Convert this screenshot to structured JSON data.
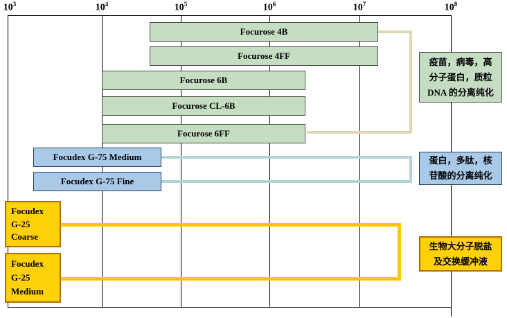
{
  "axis": {
    "ticks": [
      {
        "base": "10",
        "exp": "3"
      },
      {
        "base": "10",
        "exp": "4"
      },
      {
        "base": "10",
        "exp": "5"
      },
      {
        "base": "10",
        "exp": "6"
      },
      {
        "base": "10",
        "exp": "7"
      },
      {
        "base": "10",
        "exp": "8"
      }
    ]
  },
  "bars": [
    {
      "label": "Focurose 4B"
    },
    {
      "label": "Focurose 4FF"
    },
    {
      "label": "Focurose 6B"
    },
    {
      "label": "Focurose CL-6B"
    },
    {
      "label": "Focurose 6FF"
    },
    {
      "label": "Focudex G-75 Medium"
    },
    {
      "label": "Focudex G-75 Fine"
    }
  ],
  "boxes": [
    {
      "lines": [
        "Focudex",
        "G-25",
        "Coarse"
      ]
    },
    {
      "lines": [
        "Focudex",
        "G-25",
        "Medium"
      ]
    }
  ],
  "annotations": [
    {
      "lines": [
        "疫苗，病毒，高",
        "分子蛋白，质粒",
        "DNA 的分离纯化"
      ]
    },
    {
      "lines": [
        "蛋白，多肽，核",
        "苷酸的分离纯化"
      ]
    },
    {
      "lines": [
        "生物大分子脱盐",
        "及交换缓冲液"
      ]
    }
  ],
  "colors": {
    "green_fill": "#c5dec3",
    "blue_fill": "#a9c9e9",
    "yellow_fill": "#ffd10a",
    "green_connector": "#ddd8b2",
    "blue_connector": "#b4d3d7",
    "yellow_connector": "#ffc30a"
  },
  "chart_data": {
    "type": "bar",
    "orientation": "horizontal-range",
    "x_scale": "log10",
    "xlim": [
      1000,
      100000000
    ],
    "x_ticks": [
      "10^3",
      "10^4",
      "10^5",
      "10^6",
      "10^7",
      "10^8"
    ],
    "grid": true,
    "series": [
      {
        "name": "Focurose 4B",
        "range": [
          40000,
          15000000
        ],
        "color": "#c5dec3",
        "group": "agarose"
      },
      {
        "name": "Focurose 4FF",
        "range": [
          40000,
          15000000
        ],
        "color": "#c5dec3",
        "group": "agarose"
      },
      {
        "name": "Focurose 6B",
        "range": [
          10000,
          2500000
        ],
        "color": "#c5dec3",
        "group": "agarose"
      },
      {
        "name": "Focurose CL-6B",
        "range": [
          10000,
          2500000
        ],
        "color": "#c5dec3",
        "group": "agarose"
      },
      {
        "name": "Focurose 6FF",
        "range": [
          10000,
          2500000
        ],
        "color": "#c5dec3",
        "group": "agarose"
      },
      {
        "name": "Focudex G-75 Medium",
        "range": [
          2000,
          60000
        ],
        "color": "#a9c9e9",
        "group": "dextran-g75"
      },
      {
        "name": "Focudex G-75 Fine",
        "range": [
          2000,
          60000
        ],
        "color": "#a9c9e9",
        "group": "dextran-g75"
      },
      {
        "name": "Focudex G-25 Coarse",
        "range": [
          1000,
          4000
        ],
        "color": "#ffd10a",
        "group": "dextran-g25"
      },
      {
        "name": "Focudex G-25 Medium",
        "range": [
          1000,
          4000
        ],
        "color": "#ffd10a",
        "group": "dextran-g25"
      }
    ],
    "annotations": [
      {
        "applies_to": [
          "Focurose 4B",
          "Focurose 4FF",
          "Focurose 6B",
          "Focurose CL-6B",
          "Focurose 6FF"
        ],
        "text": "疫苗，病毒，高分子蛋白，质粒DNA 的分离纯化"
      },
      {
        "applies_to": [
          "Focudex G-75 Medium",
          "Focudex G-75 Fine"
        ],
        "text": "蛋白，多肽，核苷酸的分离纯化"
      },
      {
        "applies_to": [
          "Focudex G-25 Coarse",
          "Focudex G-25 Medium"
        ],
        "text": "生物大分子脱盐及交换缓冲液"
      }
    ]
  }
}
